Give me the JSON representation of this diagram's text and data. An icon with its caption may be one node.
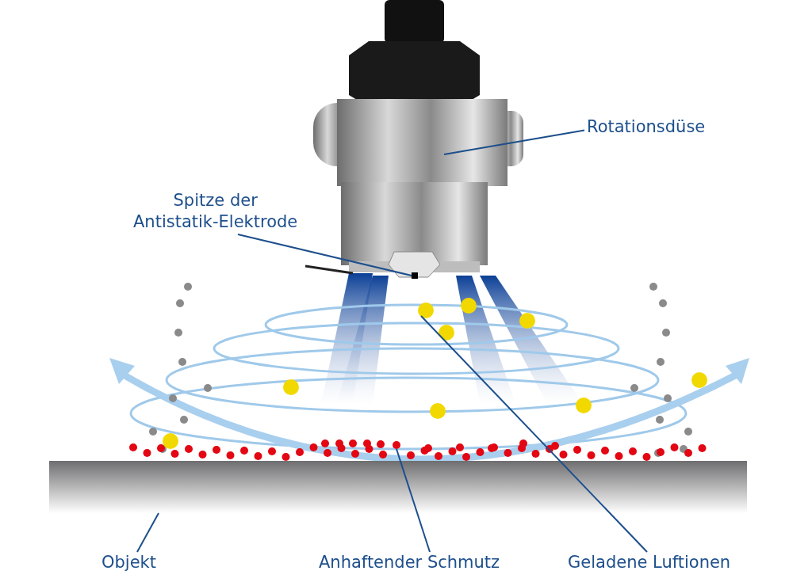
{
  "diagram": {
    "nodes": [
      {
        "text": [
          "Rotationsdüse"
        ]
      },
      {
        "text": [],
        "shape": "picture"
      },
      {
        "text": [
          "Spitze der Antistatik-Elektrode"
        ]
      },
      {
        "text": [],
        "shape": "box",
        "in": 1
      },
      {
        "text": [
          "Objekt"
        ]
      },
      {
        "text": [],
        "shape": "bar"
      },
      {
        "text": [
          "Anhaftender Schmutz"
        ]
      },
      {
        "text": [],
        "shape": "circle"
      },
      {
        "text": [
          "Geladene Luftionen"
        ]
      },
      {
        "text": [],
        "shape": "circle"
      }
    ],
    "edges": [
      {
        "from": 0,
        "to": 1,
        "arrow": "none"
      },
      {
        "from": 2,
        "to": 3,
        "arrow": "none"
      },
      {
        "from": 4,
        "to": 5,
        "arrow": "none"
      },
      {
        "from": 6,
        "to": 7,
        "arrow": "none"
      },
      {
        "from": 8,
        "to": 9,
        "arrow": "none"
      }
    ]
  }
}
